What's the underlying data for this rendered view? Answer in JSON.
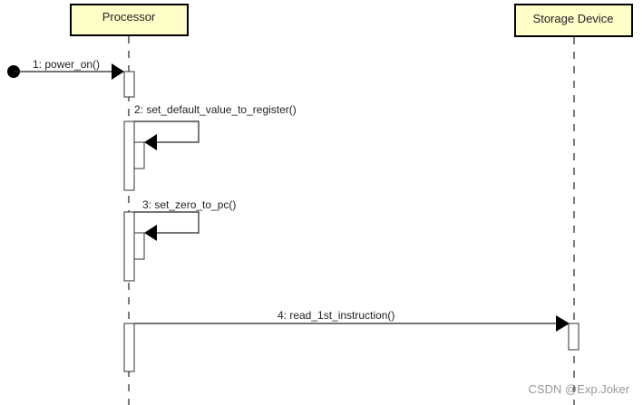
{
  "diagram": {
    "type": "UML sequence diagram",
    "lifelines": [
      {
        "id": "processor",
        "title": "Processor"
      },
      {
        "id": "storage",
        "title": "Storage Device"
      }
    ],
    "messages": [
      {
        "index": 1,
        "label": "1: power_on()",
        "from": "found",
        "to": "processor"
      },
      {
        "index": 2,
        "label": "2: set_default_value_to_register()",
        "from": "processor",
        "to": "processor"
      },
      {
        "index": 3,
        "label": "3: set_zero_to_pc()",
        "from": "processor",
        "to": "processor"
      },
      {
        "index": 4,
        "label": "4: read_1st_instruction()",
        "from": "processor",
        "to": "storage"
      }
    ]
  },
  "watermark": "CSDN @Exp.Joker"
}
